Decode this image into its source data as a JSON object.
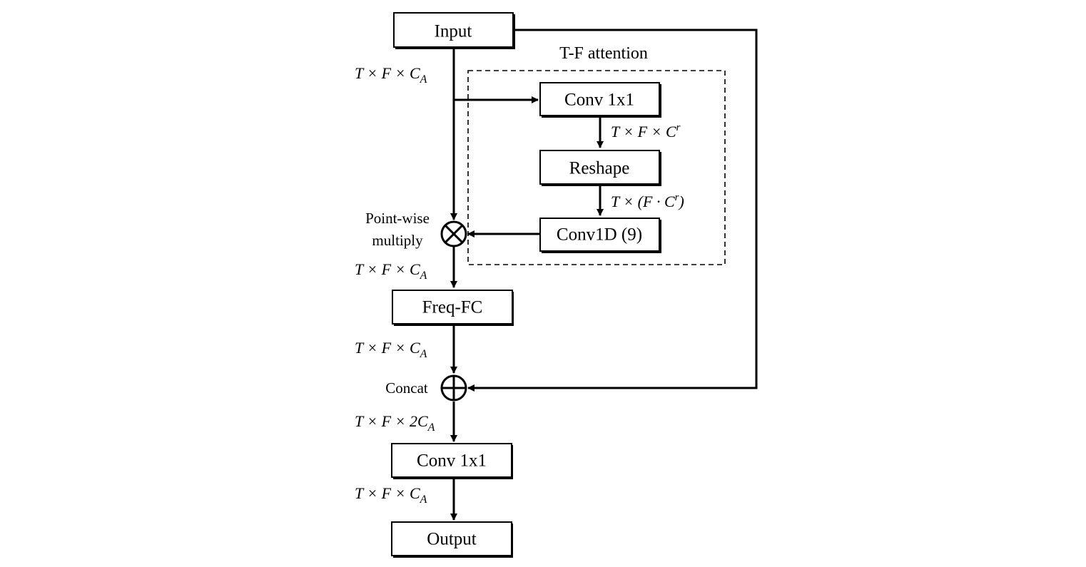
{
  "diagram": {
    "group_title": "T-F attention",
    "nodes": {
      "input": "Input",
      "conv_attn": "Conv 1x1",
      "reshape": "Reshape",
      "conv1d": "Conv1D (9)",
      "freq_fc": "Freq-FC",
      "conv_out": "Conv 1x1",
      "output": "Output"
    },
    "operators": {
      "multiply_line1": "Point-wise",
      "multiply_line2": "multiply",
      "concat": "Concat"
    },
    "dims": {
      "input_out": {
        "base": "T × F × C",
        "sub": "A"
      },
      "conv_attn_out": {
        "base": "T × F × C",
        "sup": "r"
      },
      "reshape_out": {
        "pre": "T × (F · C",
        "sup": "r",
        "post": ")"
      },
      "multiply_out": {
        "base": "T × F × C",
        "sub": "A"
      },
      "freqfc_out": {
        "base": "T × F × C",
        "sub": "A"
      },
      "concat_out": {
        "base": "T × F × 2C",
        "sub": "A"
      },
      "conv_out_out": {
        "base": "T × F × C",
        "sub": "A"
      }
    }
  }
}
